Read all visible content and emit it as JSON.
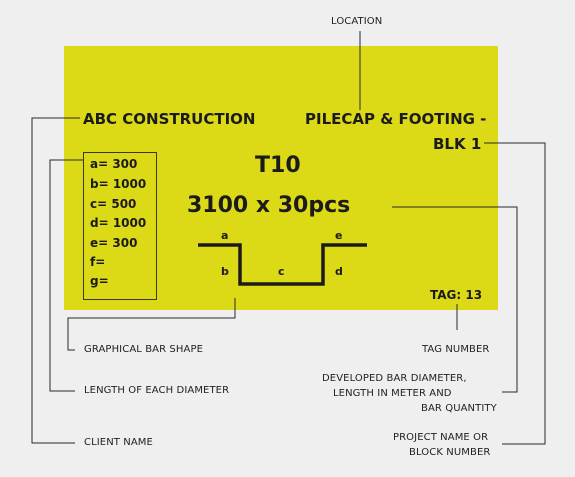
{
  "tag": {
    "client": "ABC CONSTRUCTION",
    "project_line1": "PILECAP & FOOTING -",
    "project_line2": "BLK 1",
    "bar_size": "T10",
    "bar_length_qty": "3100 x 30pcs",
    "tag_number": "TAG: 13",
    "dimensions": [
      "a= 300",
      "b= 1000",
      "c= 500",
      "d= 1000",
      "e= 300",
      "f=",
      "g="
    ],
    "segments": [
      "a",
      "b",
      "c",
      "d",
      "e"
    ],
    "background_color": "#dcd916"
  },
  "labels": {
    "location": "LOCATION",
    "bar_shape": "GRAPHICAL BAR SHAPE",
    "tag_number": "TAG NUMBER",
    "diameter_length": "LENGTH OF EACH DIAMETER",
    "developed": [
      "DEVELOPED BAR DIAMETER,",
      "LENGTH IN METER AND",
      "BAR QUANTITY"
    ],
    "client": "CLIENT NAME",
    "project": [
      "PROJECT NAME OR",
      "BLOCK NUMBER"
    ]
  }
}
